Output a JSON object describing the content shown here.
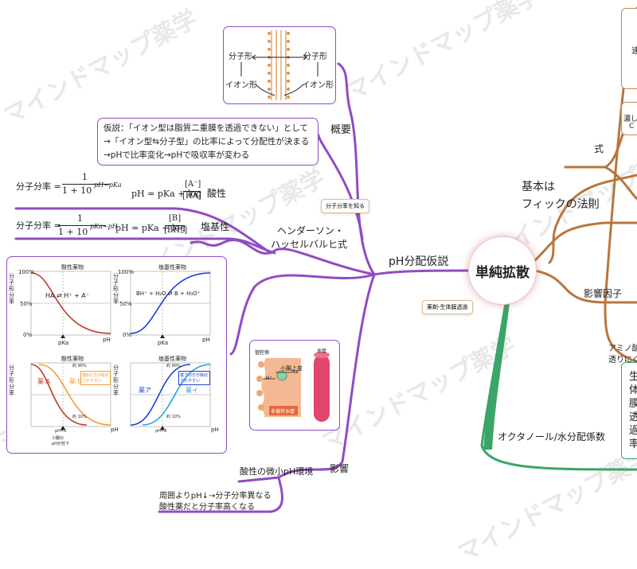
{
  "watermark": "マインドマップ薬学",
  "central": {
    "label": "単純拡散"
  },
  "ph_hypothesis": {
    "label": "pH分配仮説"
  },
  "overview": {
    "label": "概要",
    "hypothesis_lines": [
      "仮説：「イオン型は脂質二重膜を透過できない」として",
      "→「イオン型⇆分子型」の比率によって分配性が決まる",
      "→pHで比率変化→pHで吸収率が変わる"
    ],
    "membrane_labels": {
      "molecular_left": "分子形",
      "molecular_right": "分子形",
      "ion_left": "イオン形",
      "ion_right": "イオン形"
    }
  },
  "henderson": {
    "label_line1": "ヘンダーソン・",
    "label_line2": "ハッセルバルヒ式",
    "note": "分子分率を知る",
    "acidic": {
      "label": "酸性",
      "fraction_prefix": "分子分率 =",
      "numerator": "1",
      "denominator": "1 + 10",
      "exponent": "pH−pKa",
      "ph_eq": "pH = pKa + log",
      "log_num": "[A⁻]",
      "log_den": "[HA]"
    },
    "basic": {
      "label": "塩基性",
      "fraction_prefix": "分子分率 =",
      "numerator": "1",
      "denominator": "1 + 10",
      "exponent": "pKa−pH",
      "ph_eq": "pH = pKa + log",
      "log_num": "[B]",
      "log_den": "[BH⁺]"
    }
  },
  "graphs": {
    "acid_title": "酸性薬物",
    "base_title": "塩基性薬物",
    "y_axis_label": "分子形分率",
    "y_ticks": [
      "100%",
      "50%",
      "0%"
    ],
    "x_label": "pH",
    "pka_label": "pKa",
    "acid_equation": "HA ⇄ H⁺ + A⁻",
    "base_equation": "BH⁺ + H₂O ⇄ B + H₃O⁺",
    "drug_a": "薬 A",
    "drug_b": "薬 B",
    "drug_a2": "薬ア",
    "drug_b2": "薬イ",
    "pct_top": "約 90%",
    "pct_bottom": "約 10%",
    "acid_note": "薬Bの方が吸収されやすい",
    "base_note": "薬アの方が吸収されやすい",
    "ph_point_left": "pH=6",
    "ph_point_right": "pH=8",
    "small_note": "小腸の\npHが低下",
    "chart_data": [
      {
        "type": "line",
        "title": "酸性薬物",
        "ylabel": "分子形分率",
        "xlabel": "pH",
        "ylim": [
          0,
          100
        ],
        "series": [
          {
            "name": "HA ⇄ H⁺ + A⁻",
            "color": "#c0392b",
            "shape": "decreasing-sigmoid"
          }
        ]
      },
      {
        "type": "line",
        "title": "塩基性薬物",
        "ylabel": "分子形分率",
        "xlabel": "pH",
        "ylim": [
          0,
          100
        ],
        "series": [
          {
            "name": "BH⁺ + H₂O ⇄ B + H₃O⁺",
            "color": "#1f3fd6",
            "shape": "increasing-sigmoid"
          }
        ]
      },
      {
        "type": "line",
        "title": "酸性薬物",
        "ylabel": "分子形分率",
        "xlabel": "pH",
        "ylim": [
          0,
          100
        ],
        "series": [
          {
            "name": "薬 A",
            "color": "#c0392b"
          },
          {
            "name": "薬 B",
            "color": "#f0a030"
          }
        ]
      },
      {
        "type": "line",
        "title": "塩基性薬物",
        "ylabel": "分子形分率",
        "xlabel": "pH",
        "ylim": [
          0,
          100
        ],
        "series": [
          {
            "name": "薬ア",
            "color": "#1f3fd6"
          },
          {
            "name": "薬イ",
            "color": "#29a0e0"
          }
        ]
      }
    ]
  },
  "influence": {
    "label": "影響",
    "microclimate": "酸性の微小pH環境",
    "detail_line1": "周囲よりpH↓→分子分率異なる",
    "detail_line2": "酸性薬だと分子率高くなる",
    "diagram": {
      "lumen": "管腔側",
      "epithelium": "小腸上皮",
      "blood": "血管",
      "na": "Na⁺",
      "h": "H⁺",
      "layer": "非攪拌水層"
    }
  },
  "transport_note": "薬剤-生体膜透過",
  "right": {
    "formula": "式",
    "fick_line1": "基本は",
    "fick_line2": "フィックの法則",
    "factors": "影響因子",
    "octanol": "オクタノール/水分配係数",
    "amino_line1": "アミノ酸",
    "amino_line2": "透りにく",
    "conc_line1": "濃し",
    "conc_line2": "C",
    "side_top": "速",
    "side_chars": [
      "生",
      "体",
      "膜",
      "透",
      "過",
      "率"
    ]
  },
  "colors": {
    "purple": "#8f4cc4",
    "brown": "#b8763f",
    "green": "#3ba567",
    "acid_red": "#c0392b",
    "base_blue": "#1f3fd6"
  }
}
